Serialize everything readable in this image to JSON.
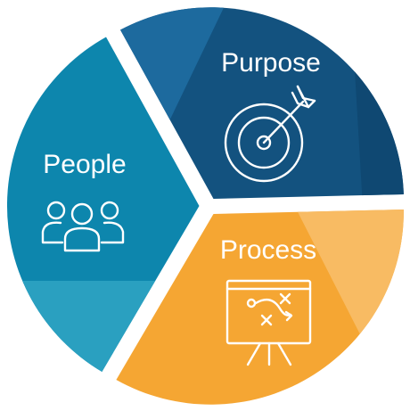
{
  "diagram": {
    "segments": [
      {
        "id": "purpose",
        "label": "Purpose",
        "icon": "target-icon",
        "color": "#13527f",
        "accent_color": "#1d6a9e"
      },
      {
        "id": "process",
        "label": "Process",
        "icon": "strategy-board-icon",
        "color": "#f5a633",
        "accent_color": "#f8bb63"
      },
      {
        "id": "people",
        "label": "People",
        "icon": "team-icon",
        "color": "#0d86ad",
        "accent_color": "#2aa0c0"
      }
    ]
  }
}
